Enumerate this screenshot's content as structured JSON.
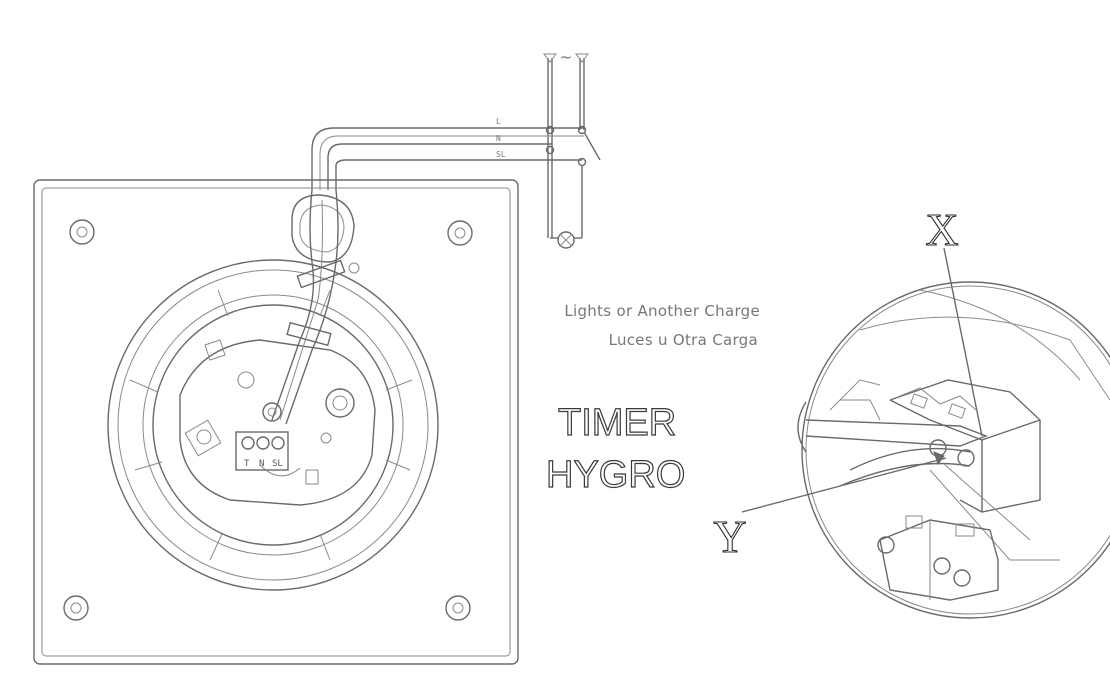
{
  "supply": {
    "symbol": "~"
  },
  "wires": {
    "l": "L",
    "n": "N",
    "sl": "SL"
  },
  "load": {
    "label_en": "Lights or Another Charge",
    "label_es": "Luces u Otra Carga"
  },
  "mode": {
    "line1": "TIMER",
    "line2": "HYGRO"
  },
  "terminals": {
    "t1": "T",
    "t2": "N",
    "t3": "SL"
  },
  "detail": {
    "label_x": "X",
    "label_y": "Y"
  }
}
